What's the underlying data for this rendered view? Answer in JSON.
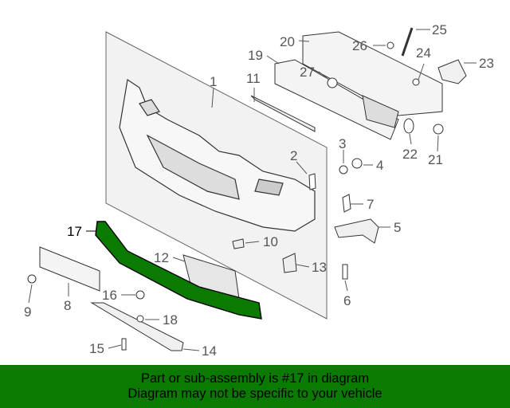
{
  "callouts": [
    {
      "id": "1",
      "label": "1"
    },
    {
      "id": "2",
      "label": "2"
    },
    {
      "id": "3",
      "label": "3"
    },
    {
      "id": "4",
      "label": "4"
    },
    {
      "id": "5",
      "label": "5"
    },
    {
      "id": "6",
      "label": "6"
    },
    {
      "id": "7",
      "label": "7"
    },
    {
      "id": "8",
      "label": "8"
    },
    {
      "id": "9",
      "label": "9"
    },
    {
      "id": "10",
      "label": "10"
    },
    {
      "id": "11",
      "label": "11"
    },
    {
      "id": "12",
      "label": "12"
    },
    {
      "id": "13",
      "label": "13"
    },
    {
      "id": "14",
      "label": "14"
    },
    {
      "id": "15",
      "label": "15"
    },
    {
      "id": "16",
      "label": "16"
    },
    {
      "id": "17",
      "label": "17"
    },
    {
      "id": "18",
      "label": "18"
    },
    {
      "id": "19",
      "label": "19"
    },
    {
      "id": "20",
      "label": "20"
    },
    {
      "id": "21",
      "label": "21"
    },
    {
      "id": "22",
      "label": "22"
    },
    {
      "id": "23",
      "label": "23"
    },
    {
      "id": "24",
      "label": "24"
    },
    {
      "id": "25",
      "label": "25"
    },
    {
      "id": "26",
      "label": "26"
    },
    {
      "id": "27",
      "label": "27"
    }
  ],
  "highlighted_part": "17",
  "colors": {
    "highlight": "#0b7a00",
    "line": "#555555",
    "panel": "#f0f0f0"
  },
  "footer": {
    "line1": "Part or sub-assembly is #17 in diagram",
    "line2": "Diagram may not be specific to your vehicle"
  }
}
